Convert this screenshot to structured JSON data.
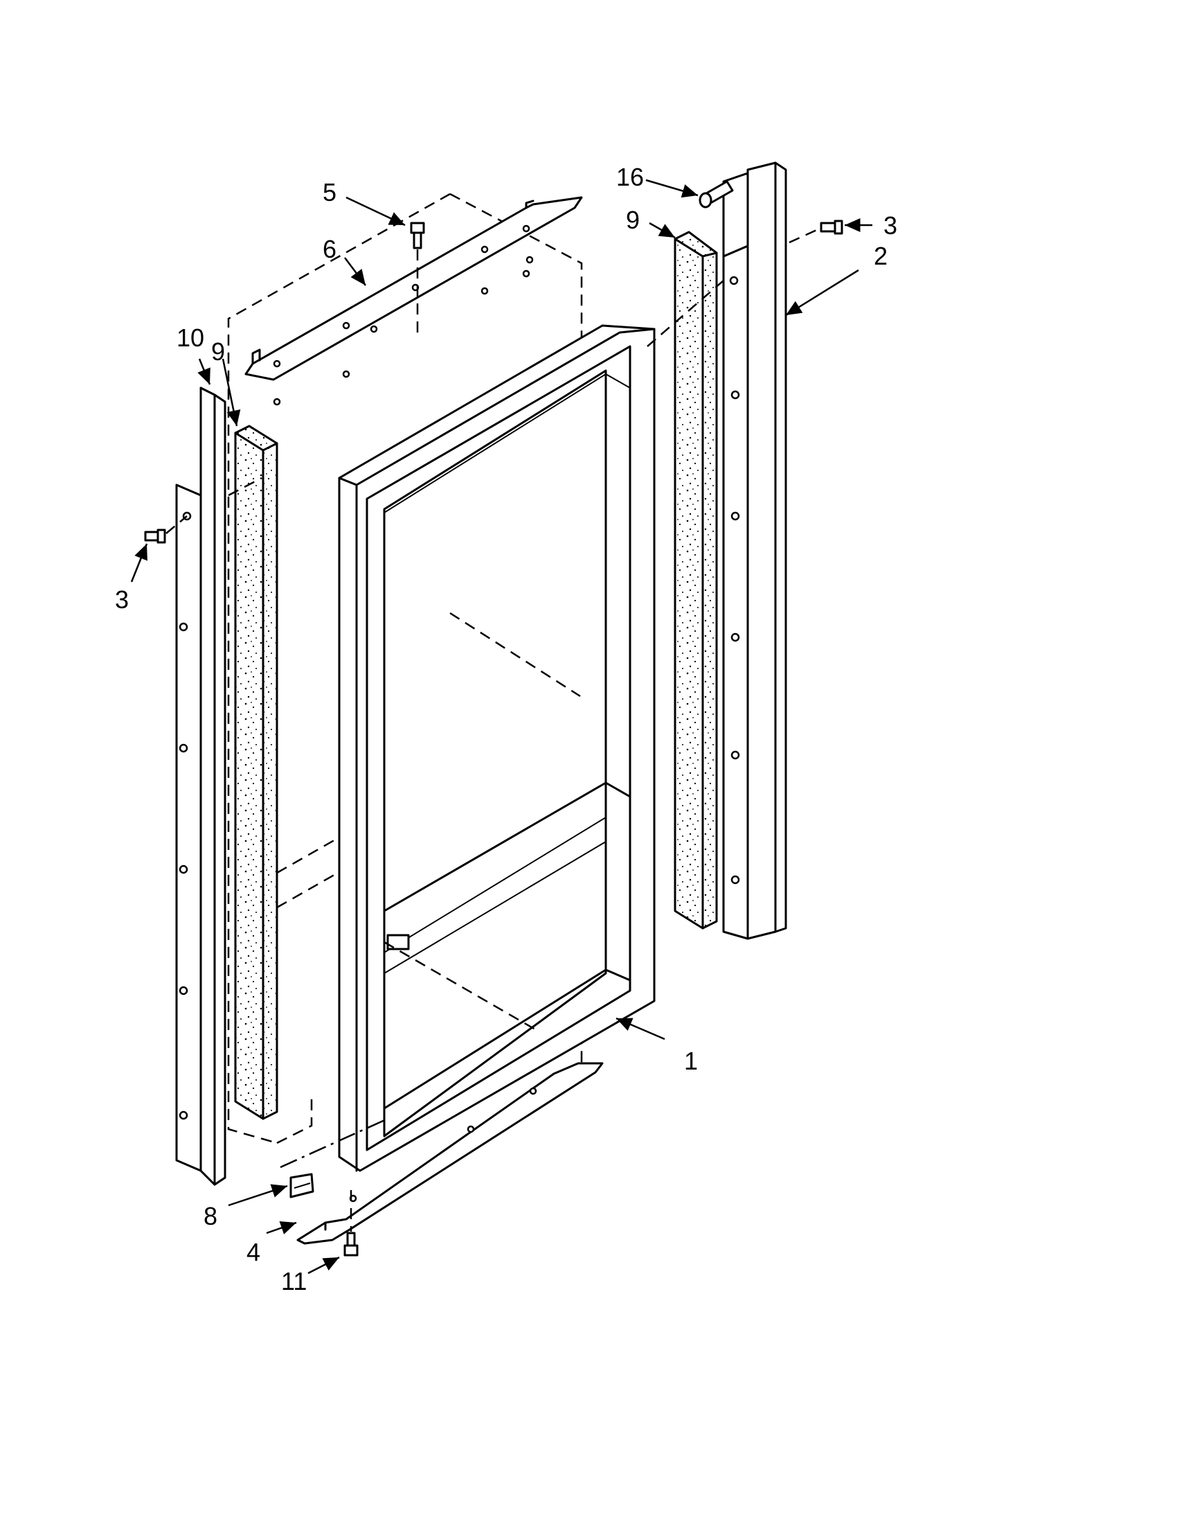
{
  "callouts": [
    {
      "id": "c1",
      "label": "1"
    },
    {
      "id": "c2",
      "label": "2"
    },
    {
      "id": "c3a",
      "label": "3"
    },
    {
      "id": "c3b",
      "label": "3"
    },
    {
      "id": "c4",
      "label": "4"
    },
    {
      "id": "c5",
      "label": "5"
    },
    {
      "id": "c6",
      "label": "6"
    },
    {
      "id": "c8",
      "label": "8"
    },
    {
      "id": "c9a",
      "label": "9"
    },
    {
      "id": "c9b",
      "label": "9"
    },
    {
      "id": "c10",
      "label": "10"
    },
    {
      "id": "c11",
      "label": "11"
    },
    {
      "id": "c16",
      "label": "16"
    }
  ]
}
